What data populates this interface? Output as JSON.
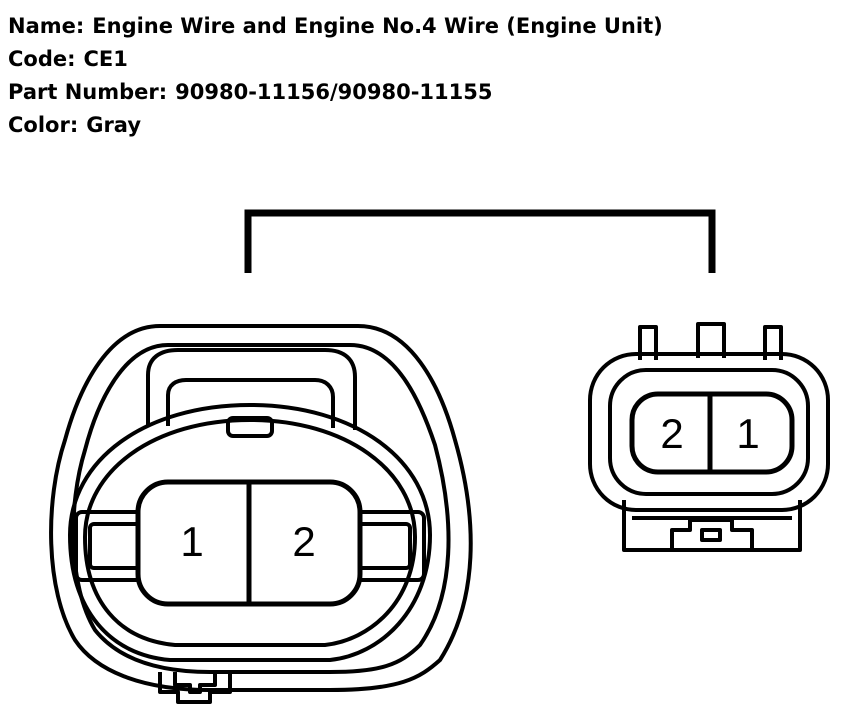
{
  "info": {
    "name_label": "Name:",
    "name_value": "Engine Wire and Engine No.4 Wire (Engine Unit)",
    "code_label": "Code:",
    "code_value": "CE1",
    "part_label": "Part Number:",
    "part_value": "90980-11156/90980-11155",
    "color_label": "Color:",
    "color_value": "Gray"
  },
  "connectors": {
    "female": {
      "pins": [
        "1",
        "2"
      ]
    },
    "male": {
      "pins": [
        "2",
        "1"
      ]
    }
  }
}
